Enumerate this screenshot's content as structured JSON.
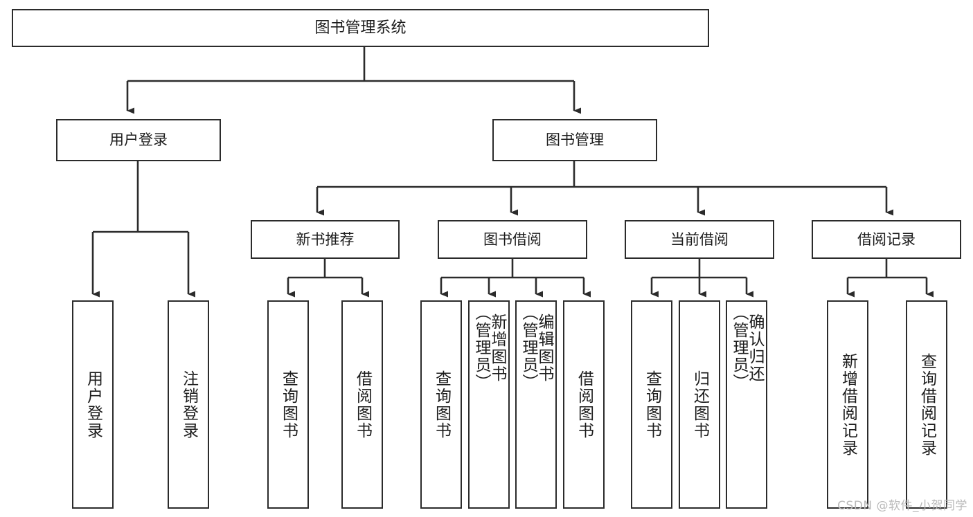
{
  "diagram": {
    "title": "图书管理系统",
    "type": "tree",
    "orientation": "top-down",
    "line_color": "#2b2b2b",
    "background_color": "#ffffff",
    "text_color": "#1c1c1c"
  },
  "root": {
    "label": "图书管理系统"
  },
  "level2": [
    {
      "label": "用户登录"
    },
    {
      "label": "图书管理"
    }
  ],
  "level3": [
    {
      "label": "新书推荐"
    },
    {
      "label": "图书借阅"
    },
    {
      "label": "当前借阅"
    },
    {
      "label": "借阅记录"
    }
  ],
  "leaves": {
    "user_login": [
      {
        "label": "用户登录"
      },
      {
        "label": "注销登录"
      }
    ],
    "new_book_recommend": [
      {
        "label": "查询图书"
      },
      {
        "label": "借阅图书"
      }
    ],
    "book_borrow": [
      {
        "label": "查询图书"
      },
      {
        "label": "新增图书\n（管理员）"
      },
      {
        "label": "编辑图书\n（管理员）"
      },
      {
        "label": "借阅图书"
      }
    ],
    "current_borrow": [
      {
        "label": "查询图书"
      },
      {
        "label": "归还图书"
      },
      {
        "label": "确认归还\n（管理员）"
      }
    ],
    "borrow_record": [
      {
        "label": "新增借阅记录"
      },
      {
        "label": "查询借阅记录"
      }
    ]
  },
  "watermark": {
    "text": "CSDN @软件_小贺同学",
    "color": "#b9b9b9"
  }
}
